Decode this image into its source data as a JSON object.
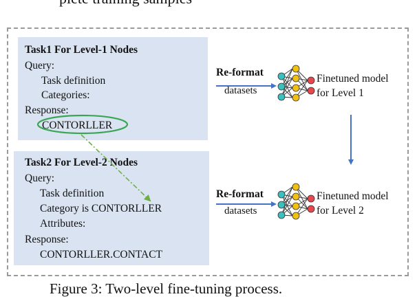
{
  "header_fragment": "plete training samples",
  "caption": "Figure 3: Two-level fine-tuning process.",
  "task1": {
    "title": "Task1 For Level-1 Nodes",
    "query_label": "Query:",
    "task_definition": "Task definition",
    "categories": "Categories:",
    "response_label": "Response:",
    "response_value": "CONTORLLER"
  },
  "task2": {
    "title": "Task2 For Level-2 Nodes",
    "query_label": "Query:",
    "task_definition": "Task definition",
    "category_is": "Category is CONTORLLER",
    "attributes": "Attributes:",
    "response_label": "Response:",
    "response_value": "CONTORLLER.CONTACT"
  },
  "pipeline1": {
    "reformat": "Re-format",
    "datasets": "datasets",
    "model_line1": "Finetuned model",
    "model_line2": "for Level 1"
  },
  "pipeline2": {
    "reformat": "Re-format",
    "datasets": "datasets",
    "model_line1": "Finetuned model",
    "model_line2": "for Level 2"
  },
  "colors": {
    "panel_bg": "#d9e3f1",
    "arrow_blue": "#4472c4",
    "green": "#70ad47",
    "oval_green": "#3aa655",
    "node_teal": "#3bbfbf",
    "node_yellow": "#f2c012",
    "node_red": "#e8474e"
  }
}
